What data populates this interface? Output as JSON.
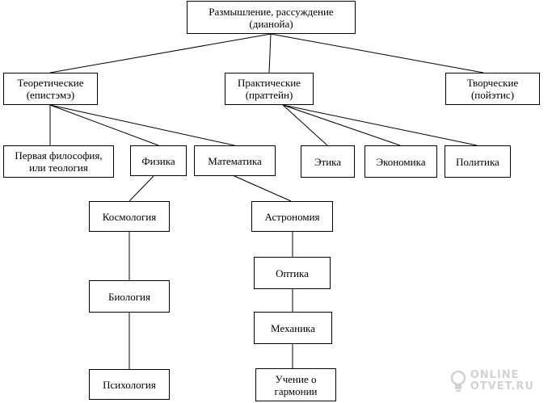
{
  "nodes": {
    "root": "Размышление, рассуждение\n(дианойа)",
    "theoretical": "Теоретические\n(епистэмэ)",
    "practical": "Практические\n(праттейн)",
    "creative": "Творческие\n(пойэтис)",
    "first_philosophy": "Первая философия,\nили теология",
    "physics": "Физика",
    "mathematics": "Математика",
    "ethics": "Этика",
    "economics": "Экономика",
    "politics": "Политика",
    "cosmology": "Космология",
    "astronomy": "Астрономия",
    "optics": "Оптика",
    "biology": "Биология",
    "mechanics": "Механика",
    "psychology": "Психология",
    "harmony": "Учение о\nгармонии"
  },
  "watermark": {
    "line1": "ONLINE",
    "line2": "OTVET.RU"
  }
}
